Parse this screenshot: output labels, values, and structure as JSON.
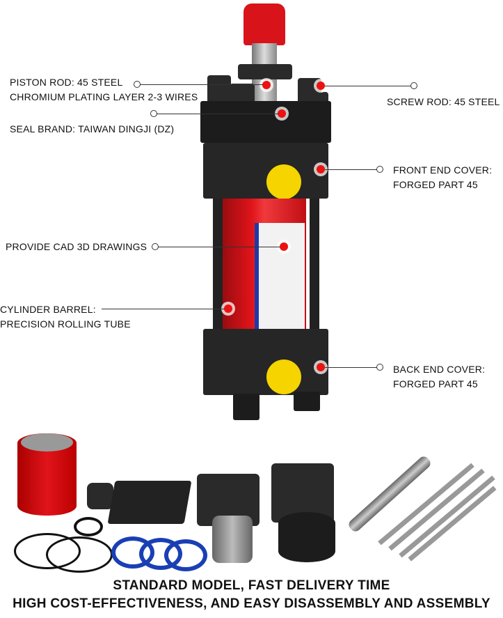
{
  "labels": {
    "piston_rod_1": "PISTON ROD: 45 STEEL",
    "piston_rod_2": "CHROMIUM PLATING LAYER 2-3 WIRES",
    "seal_brand": "SEAL BRAND: TAIWAN DINGJI (DZ)",
    "screw_rod": "SCREW ROD: 45 STEEL",
    "front_cover_1": "FRONT END COVER:",
    "front_cover_2": "FORGED PART 45",
    "cad": "PROVIDE CAD 3D DRAWINGS",
    "barrel_1": "CYLINDER BARREL:",
    "barrel_2": "PRECISION ROLLING TUBE",
    "back_cover_1": "BACK END COVER:",
    "back_cover_2": "FORGED PART 45"
  },
  "footer": {
    "line1": "STANDARD MODEL, FAST DELIVERY TIME",
    "line2": "HIGH COST-EFFECTIVENESS, AND EASY DISASSEMBLY AND ASSEMBLY"
  },
  "colors": {
    "barrel": "#e0141a",
    "port": "#f5d400",
    "marker": "#e11"
  }
}
